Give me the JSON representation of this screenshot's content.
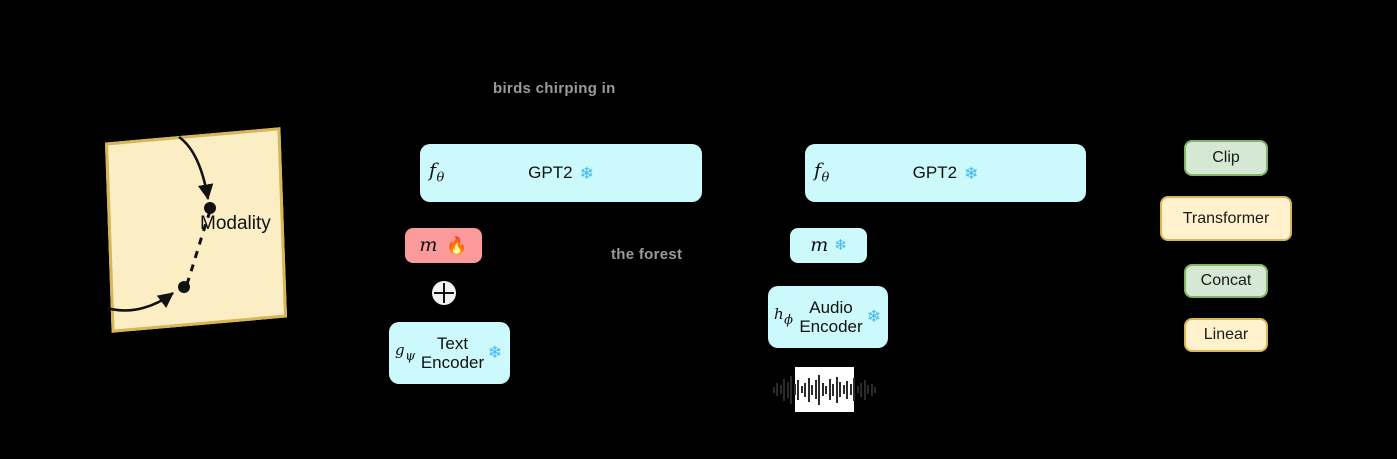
{
  "figure": {
    "background_color": "#000000",
    "caption_color": "#9a9a9a"
  },
  "captions": {
    "top_text": "birds chirping in",
    "middle_text": "the forest"
  },
  "modality_panel": {
    "label": "Modality",
    "fill_color": "#fbeec4",
    "border_color": "#d6b656",
    "point_count": 2,
    "arrow_count": 2,
    "dashed_connector": true
  },
  "columns": [
    {
      "name": "text-column",
      "backbone": {
        "symbol": "f",
        "subscript": "θ",
        "title": "GPT2",
        "state_icon": "snowflake-icon",
        "state": "frozen",
        "fill_color": "#ccf9fb"
      },
      "adapter": {
        "symbol": "m",
        "state_icon": "flame-icon",
        "state": "trainable",
        "fill_color": "#fa9a9a"
      },
      "operator": {
        "icon": "oplus-icon",
        "label": "⊕"
      },
      "encoder": {
        "symbol": "g",
        "subscript": "ψ",
        "title_line1": "Text",
        "title_line2": "Encoder",
        "state_icon": "snowflake-icon",
        "state": "frozen",
        "fill_color": "#ccf9fb"
      }
    },
    {
      "name": "audio-column",
      "backbone": {
        "symbol": "f",
        "subscript": "θ",
        "title": "GPT2",
        "state_icon": "snowflake-icon",
        "state": "frozen",
        "fill_color": "#ccf9fb"
      },
      "adapter": {
        "symbol": "m",
        "state_icon": "snowflake-icon",
        "state": "frozen",
        "fill_color": "#ccf9fb"
      },
      "encoder": {
        "symbol": "h",
        "subscript": "ϕ",
        "title_line1": "Audio",
        "title_line2": "Encoder",
        "state_icon": "snowflake-icon",
        "state": "frozen",
        "fill_color": "#ccf9fb"
      },
      "input_thumbnail": {
        "name": "audio-waveform-thumbnail",
        "type": "waveform",
        "bar_heights": [
          6,
          13,
          9,
          22,
          16,
          28,
          11,
          20,
          7,
          14,
          24,
          10,
          19,
          30,
          13,
          8,
          21,
          12,
          26,
          15,
          9,
          18,
          11,
          23,
          7,
          14,
          20,
          9,
          12,
          6
        ]
      }
    }
  ],
  "legend": {
    "items": [
      {
        "label": "Clip",
        "style": "green",
        "fill": "#d5e8d4",
        "border": "#82b366"
      },
      {
        "label": "Transformer",
        "style": "cream",
        "fill": "#fff2cc",
        "border": "#d6b656"
      },
      {
        "label": "Concat",
        "style": "green",
        "fill": "#d5e8d4",
        "border": "#82b366"
      },
      {
        "label": "Linear",
        "style": "cream",
        "fill": "#fff2cc",
        "border": "#d6b656"
      }
    ]
  },
  "icons": {
    "snowflake": "❄",
    "flame": "🔥",
    "oplus": "⊕"
  }
}
